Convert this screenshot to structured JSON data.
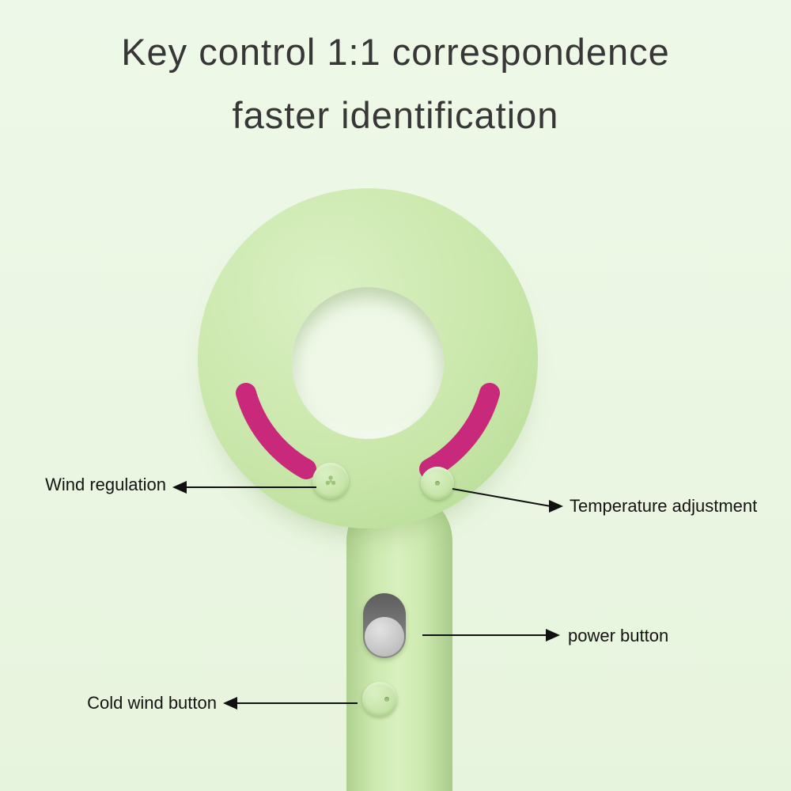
{
  "title": {
    "line1": "Key control 1:1 correspondence",
    "line2": "faster identification"
  },
  "callouts": {
    "wind_regulation": {
      "label": "Wind regulation",
      "icon": "fan-icon"
    },
    "temperature_adjustment": {
      "label": "Temperature adjustment"
    },
    "power_button": {
      "label": "power button"
    },
    "cold_wind_button": {
      "label": "Cold wind button"
    }
  },
  "colors": {
    "background": "#e9f5e1",
    "dryer_green": "#c7e6a8",
    "accent_magenta": "#c8297b",
    "slider_dark_gray": "#666666",
    "slider_knob_gray": "#c4c4c4",
    "label_text": "#141414",
    "title_text": "#373737"
  }
}
